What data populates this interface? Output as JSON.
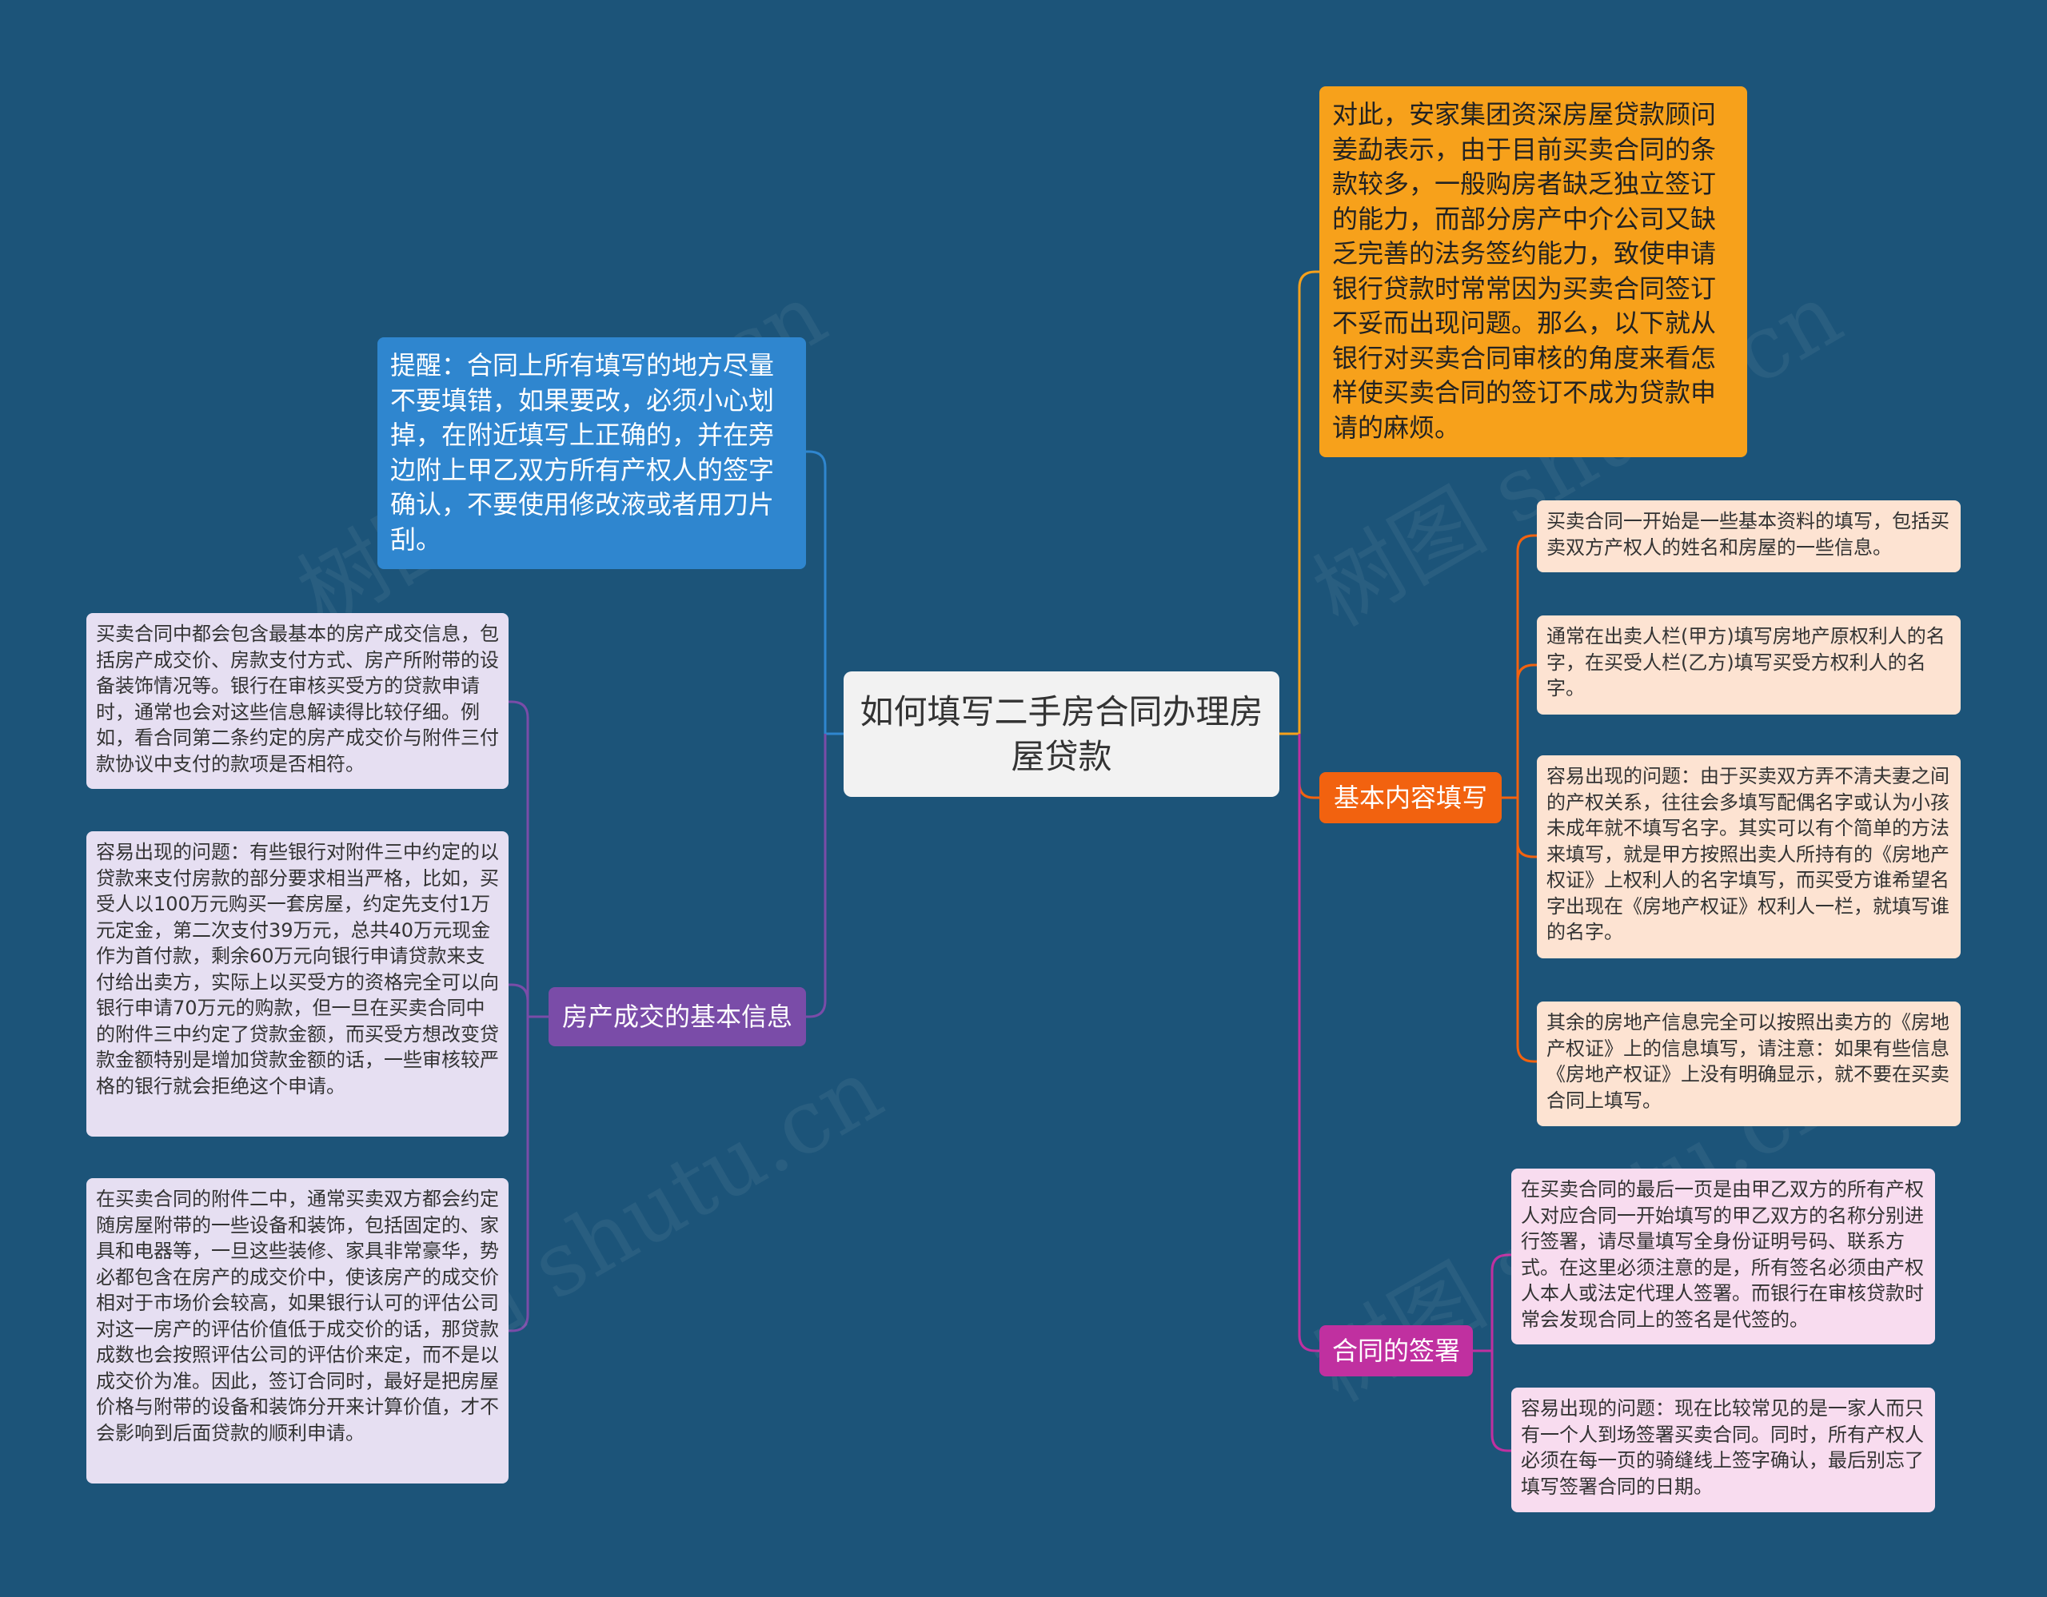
{
  "root": {
    "title": "如何填写二手房合同办理房屋贷款"
  },
  "intro_node": {
    "text": "对此，安家集团资深房屋贷款顾问姜勐表示，由于目前买卖合同的条款较多，一般购房者缺乏独立签订的能力，而部分房产中介公司又缺乏完善的法务签约能力，致使申请银行贷款时常常因为买卖合同签订不妥而出现问题。那么，以下就从银行对买卖合同审核的角度来看怎样使买卖合同的签订不成为贷款申请的麻烦。"
  },
  "reminder_node": {
    "text": "提醒：合同上所有填写的地方尽量不要填错，如果要改，必须小心划掉，在附近填写上正确的，并在旁边附上甲乙双方所有产权人的签字确认，不要使用修改液或者用刀片刮。"
  },
  "branches": {
    "basic_content": {
      "label": "基本内容填写",
      "leaves": [
        "买卖合同一开始是一些基本资料的填写，包括买卖双方产权人的姓名和房屋的一些信息。",
        "通常在出卖人栏(甲方)填写房地产原权利人的名字，在买受人栏(乙方)填写买受方权利人的名字。",
        "容易出现的问题：由于买卖双方弄不清夫妻之间的产权关系，往往会多填写配偶名字或认为小孩未成年就不填写名字。其实可以有个简单的方法来填写，就是甲方按照出卖人所持有的《房地产权证》上权利人的名字填写，而买受方谁希望名字出现在《房地产权证》权利人一栏，就填写谁的名字。",
        "其余的房地产信息完全可以按照出卖方的《房地产权证》上的信息填写，请注意：如果有些信息《房地产权证》上没有明确显示，就不要在买卖合同上填写。"
      ]
    },
    "transaction_info": {
      "label": "房产成交的基本信息",
      "leaves": [
        "买卖合同中都会包含最基本的房产成交信息，包括房产成交价、房款支付方式、房产所附带的设备装饰情况等。银行在审核买受方的贷款申请时，通常也会对这些信息解读得比较仔细。例如，看合同第二条约定的房产成交价与附件三付款协议中支付的款项是否相符。",
        "容易出现的问题：有些银行对附件三中约定的以贷款来支付房款的部分要求相当严格，比如，买受人以100万元购买一套房屋，约定先支付1万元定金，第二次支付39万元，总共40万元现金作为首付款，剩余60万元向银行申请贷款来支付给出卖方，实际上以买受方的资格完全可以向银行申请70万元的购款，但一旦在买卖合同中的附件三中约定了贷款金额，而买受方想改变贷款金额特别是增加贷款金额的话，一些审核较严格的银行就会拒绝这个申请。",
        "在买卖合同的附件二中，通常买卖双方都会约定随房屋附带的一些设备和装饰，包括固定的、家具和电器等，一旦这些装修、家具非常豪华，势必都包含在房产的成交价中，使该房产的成交价相对于市场价会较高，如果银行认可的评估公司对这一房产的评估价值低于成交价的话，那贷款成数也会按照评估公司的评估价来定，而不是以成交价为准。因此，签订合同时，最好是把房屋价格与附带的设备和装饰分开来计算价值，才不会影响到后面贷款的顺利申请。"
      ]
    },
    "signing": {
      "label": "合同的签署",
      "leaves": [
        "在买卖合同的最后一页是由甲乙双方的所有产权人对应合同一开始填写的甲乙双方的名称分别进行签署，请尽量填写全身份证明号码、联系方式。在这里必须注意的是，所有签名必须由产权人本人或法定代理人签署。而银行在审核贷款时常会发现合同上的签名是代签的。",
        "容易出现的问题：现在比较常见的是一家人而只有一个人到场签署买卖合同。同时，所有产权人必须在每一页的骑缝线上签字确认，最后别忘了填写签署合同的日期。"
      ]
    }
  },
  "colors": {
    "background": "#1c5479",
    "intro": "#f7a11b",
    "reminder": "#2f86cf",
    "basic_content": "#f2620f",
    "transaction_info": "#7a4ca8",
    "signing": "#c030a0"
  }
}
